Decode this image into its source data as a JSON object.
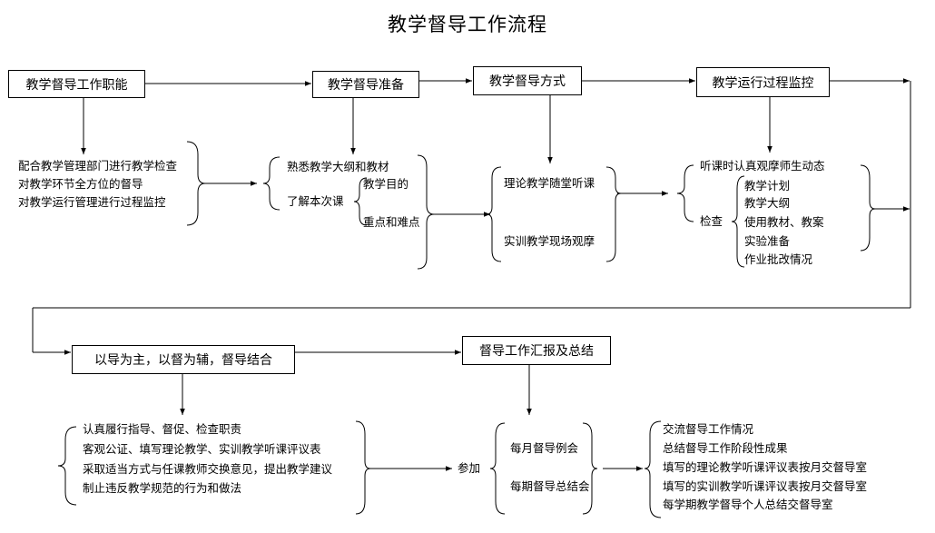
{
  "title": "教学督导工作流程",
  "boxes": {
    "functions": "教学督导工作职能",
    "preparation": "教学督导准备",
    "methods": "教学督导方式",
    "monitoring": "教学运行过程监控",
    "principle": "以导为主，以督为辅，督导结合",
    "report": "督导工作汇报及总结"
  },
  "functions_items": [
    "配合教学管理部门进行教学检查",
    "对教学环节全方位的督导",
    "对教学运行管理进行过程监控"
  ],
  "preparation_items": {
    "familiarize": "熟悉教学大纲和教材",
    "understand": "了解本次课",
    "goal": "教学目的",
    "key_points": "重点和难点"
  },
  "methods_items": [
    "理论教学随堂听课",
    "实训教学现场观摩"
  ],
  "monitoring_items": {
    "listen": "听课时认真观摩师生动态",
    "check": "检查",
    "check_items": [
      "教学计划",
      "教学大纲",
      "使用教材、教案",
      "实验准备",
      "作业批改情况"
    ]
  },
  "principle_items": [
    "认真履行指导、督促、检查职责",
    "客观公证、填写理论教学、实训教学听课评议表",
    "采取适当方式与任课教师交换意见，提出教学建议",
    "制止违反教学规范的行为和做法"
  ],
  "participate": "参加",
  "meetings": [
    "每月督导例会",
    "每期督导总结会"
  ],
  "report_items": [
    "交流督导工作情况",
    "总结督导工作阶段性成果",
    "填写的理论教学听课评议表按月交督导室",
    "填写的实训教学听课评议表按月交督导室",
    "每学期教学督导个人总结交督导室"
  ]
}
